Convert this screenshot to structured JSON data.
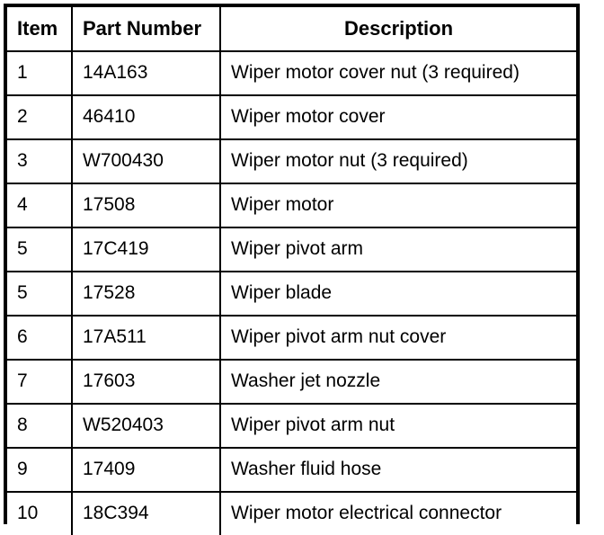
{
  "table": {
    "columns": [
      {
        "key": "item",
        "label": "Item",
        "align": "left"
      },
      {
        "key": "part_number",
        "label": "Part Number",
        "align": "left"
      },
      {
        "key": "description",
        "label": "Description",
        "align": "center"
      }
    ],
    "rows": [
      {
        "item": "1",
        "part_number": "14A163",
        "description": "Wiper motor cover nut (3 required)"
      },
      {
        "item": "2",
        "part_number": "46410",
        "description": "Wiper motor cover"
      },
      {
        "item": "3",
        "part_number": "W700430",
        "description": "Wiper motor nut (3 required)"
      },
      {
        "item": "4",
        "part_number": "17508",
        "description": "Wiper motor"
      },
      {
        "item": "5",
        "part_number": "17C419",
        "description": "Wiper pivot arm"
      },
      {
        "item": "5",
        "part_number": "17528",
        "description": "Wiper blade"
      },
      {
        "item": "6",
        "part_number": "17A511",
        "description": "Wiper pivot arm nut cover"
      },
      {
        "item": "7",
        "part_number": "17603",
        "description": "Washer jet nozzle"
      },
      {
        "item": "8",
        "part_number": "W520403",
        "description": "Wiper pivot arm nut"
      },
      {
        "item": "9",
        "part_number": "17409",
        "description": "Washer fluid hose"
      },
      {
        "item": "10",
        "part_number": "18C394",
        "description": "Wiper motor electrical connector"
      }
    ]
  },
  "style": {
    "border_color": "#000000",
    "text_color": "#000000",
    "background": "#ffffff"
  }
}
